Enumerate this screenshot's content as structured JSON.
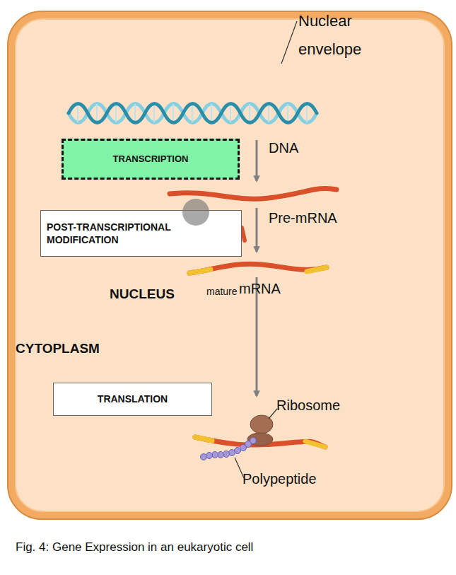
{
  "diagram": {
    "caption": "Fig. 4: Gene Expression in an eukaryotic cell",
    "nodes": [
      {
        "text": [
          "CYTOPLASM"
        ]
      },
      {
        "text": [
          "NUCLEUS"
        ],
        "in": 0
      },
      {
        "text": [
          "TRANSCRIPTION"
        ],
        "in": 1
      },
      {
        "text": [
          "POST-TRANSCRIPTIONAL MODIFICATION"
        ],
        "in": 1
      },
      {
        "text": [
          "TRANSLATION"
        ],
        "in": 0
      }
    ],
    "labels": [
      "Nuclear envelope",
      "DNA",
      "Pre-mRNA",
      "mature",
      "mRNA",
      "Ribosome",
      "Polypeptide"
    ]
  }
}
